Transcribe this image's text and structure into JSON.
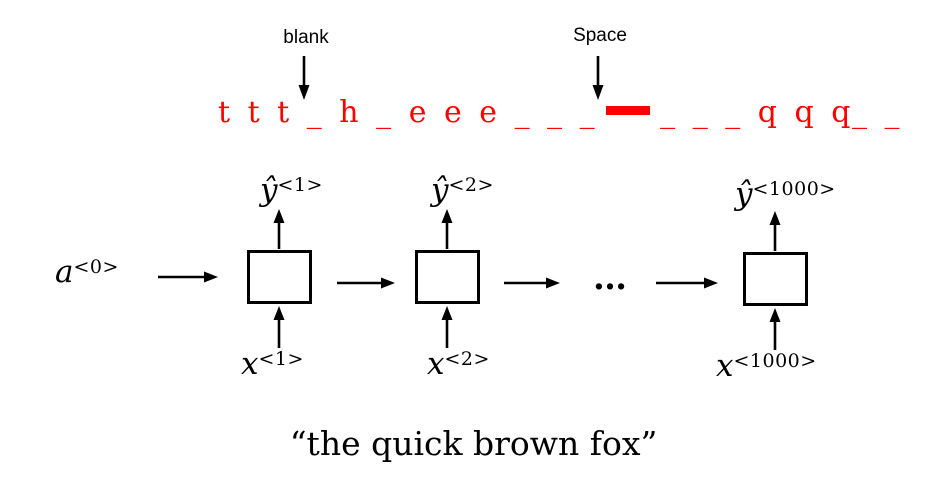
{
  "annotations": {
    "blank": {
      "label": "blank"
    },
    "space": {
      "label": "Space"
    }
  },
  "ctc_output": {
    "color": "#ff0000",
    "segment_before_space": "t t t _ h _ e e e _ _ _",
    "space_token": "thick-red-bar",
    "segment_after_space": "_ _ _ q q q_ _"
  },
  "rnn": {
    "initial_activation": {
      "base": "a",
      "superscript": "<0>"
    },
    "ellipsis": "…",
    "cells": [
      {
        "output": {
          "base": "ŷ",
          "superscript": "<1>"
        },
        "input": {
          "base": "x",
          "superscript": "<1>"
        }
      },
      {
        "output": {
          "base": "ŷ",
          "superscript": "<2>"
        },
        "input": {
          "base": "x",
          "superscript": "<2>"
        }
      },
      {
        "output": {
          "base": "ŷ",
          "superscript": "<1000>"
        },
        "input": {
          "base": "x",
          "superscript": "<1000>"
        }
      }
    ]
  },
  "caption": "“the quick brown fox”"
}
